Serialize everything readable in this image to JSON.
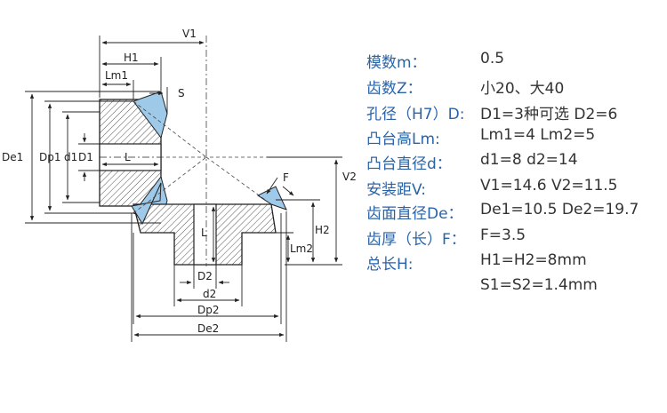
{
  "labels": {
    "V1": "V1",
    "H1": "H1",
    "Lm1": "Lm1",
    "S": "S",
    "De1": "De1",
    "Dp1": "Dp1",
    "d1": "d1",
    "D1": "D1",
    "L_top": "L",
    "F": "F",
    "V2": "V2",
    "L_bottom": "L",
    "H2": "H2",
    "Lm2": "Lm2",
    "D2": "D2",
    "d2": "d2",
    "Dp2": "Dp2",
    "De2": "De2"
  },
  "specs": [
    {
      "label": "模数m：",
      "value": "0.5"
    },
    {
      "label": "齿数Z：",
      "value": "小20、大40"
    },
    {
      "label": "孔径（H7）D:",
      "value": "D1=3种可选  D2=6"
    },
    {
      "label": "凸台高Lm:",
      "value": "Lm1=4    Lm2=5"
    },
    {
      "label": "凸台直径d：",
      "value": "d1=8   d2=14"
    },
    {
      "label": "安装距V:",
      "value": "V1=14.6   V2=11.5"
    },
    {
      "label": "齿面直径De：",
      "value": "De1=10.5   De2=19.7"
    },
    {
      "label": "齿厚（长）F：",
      "value": "F=3.5"
    },
    {
      "label": "总长H:",
      "value": "H1=H2=8mm"
    },
    {
      "label": "",
      "value": "S1=S2=1.4mm"
    }
  ],
  "colors": {
    "label": "#2a63a8",
    "value": "#333333",
    "line": "#222222",
    "hatch": "#555555",
    "tooth": "#9ec9e8"
  }
}
